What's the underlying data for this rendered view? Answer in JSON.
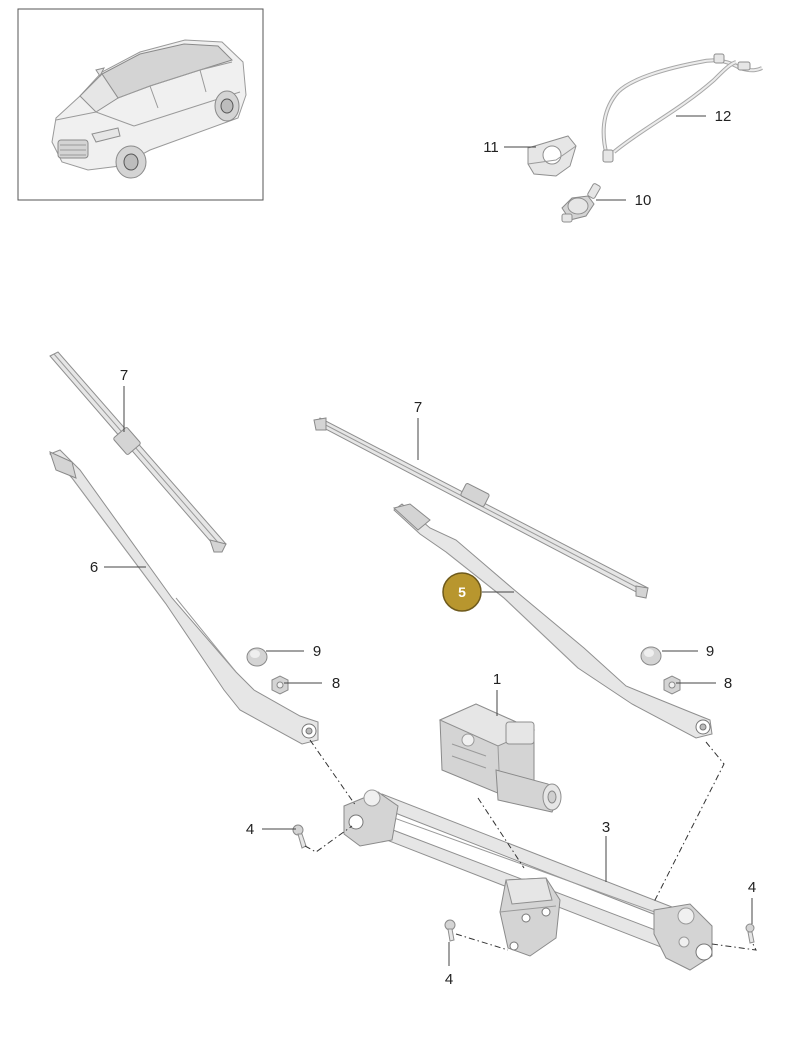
{
  "callouts": [
    {
      "id": "callout-1",
      "text": "1",
      "highlight": false
    },
    {
      "id": "callout-3",
      "text": "3",
      "highlight": false
    },
    {
      "id": "callout-4a",
      "text": "4",
      "highlight": false
    },
    {
      "id": "callout-4b",
      "text": "4",
      "highlight": false
    },
    {
      "id": "callout-4c",
      "text": "4",
      "highlight": false
    },
    {
      "id": "callout-5",
      "text": "5",
      "highlight": true
    },
    {
      "id": "callout-6",
      "text": "6",
      "highlight": false
    },
    {
      "id": "callout-7a",
      "text": "7",
      "highlight": false
    },
    {
      "id": "callout-7b",
      "text": "7",
      "highlight": false
    },
    {
      "id": "callout-8a",
      "text": "8",
      "highlight": false
    },
    {
      "id": "callout-8b",
      "text": "8",
      "highlight": false
    },
    {
      "id": "callout-9a",
      "text": "9",
      "highlight": false
    },
    {
      "id": "callout-9b",
      "text": "9",
      "highlight": false
    },
    {
      "id": "callout-10",
      "text": "10",
      "highlight": false
    },
    {
      "id": "callout-11",
      "text": "11",
      "highlight": false
    },
    {
      "id": "callout-12",
      "text": "12",
      "highlight": false
    }
  ],
  "colors": {
    "highlight_fill": "#b8962e",
    "highlight_stroke": "#6e5a1c",
    "line": "#444444",
    "part": "#e6e6e6"
  }
}
